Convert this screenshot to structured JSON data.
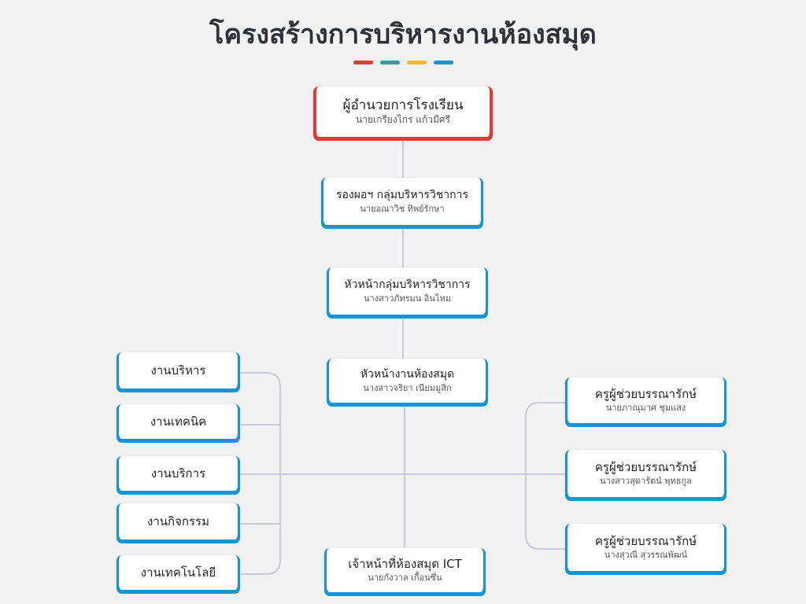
{
  "title": "โครงสร้างการบริหารงานห้องสมุด",
  "accent_colors": [
    "#e53935",
    "#26a69a",
    "#f2b632",
    "#1a93d2"
  ],
  "director": {
    "role": "ผู้อำนวยการโรงเรียน",
    "name": "นายเกรียงไกร แก้วมีศรี"
  },
  "deputy": {
    "role": "รองผอฯ กลุ่มบริหารวิชาการ",
    "name": "นายอณาวิช ทิพย์รักษา"
  },
  "academic_head": {
    "role": "หัวหน้ากลุ่มบริหารวิชาการ",
    "name": "นางสาวภัทรมน อินไหม"
  },
  "library_head": {
    "role": "หัวหน้างานห้องสมุด",
    "name": "นางสาวจริยา เนียมมูสิก"
  },
  "departments": [
    {
      "label": "งานบริหาร"
    },
    {
      "label": "งานเทคนิค"
    },
    {
      "label": "งานบริการ"
    },
    {
      "label": "งานกิจกรรม"
    },
    {
      "label": "งานเทคโนโลยี"
    }
  ],
  "assistants": [
    {
      "role": "ครูผู้ช่วยบรรณารักษ์",
      "name": "นายภาณุมาศ ชุมแสง"
    },
    {
      "role": "ครูผู้ช่วยบรรณารักษ์",
      "name": "นางสาวสุดารัตน์ พุทธกูล"
    },
    {
      "role": "ครูผู้ช่วยบรรณารักษ์",
      "name": "นางสุวณี สุวรรณพัฒน์"
    }
  ],
  "ict_officer": {
    "role": "เจ้าหน้าที่ห้องสมุด ICT",
    "name": "นายกังวาล เกื้อนซึ่น"
  }
}
